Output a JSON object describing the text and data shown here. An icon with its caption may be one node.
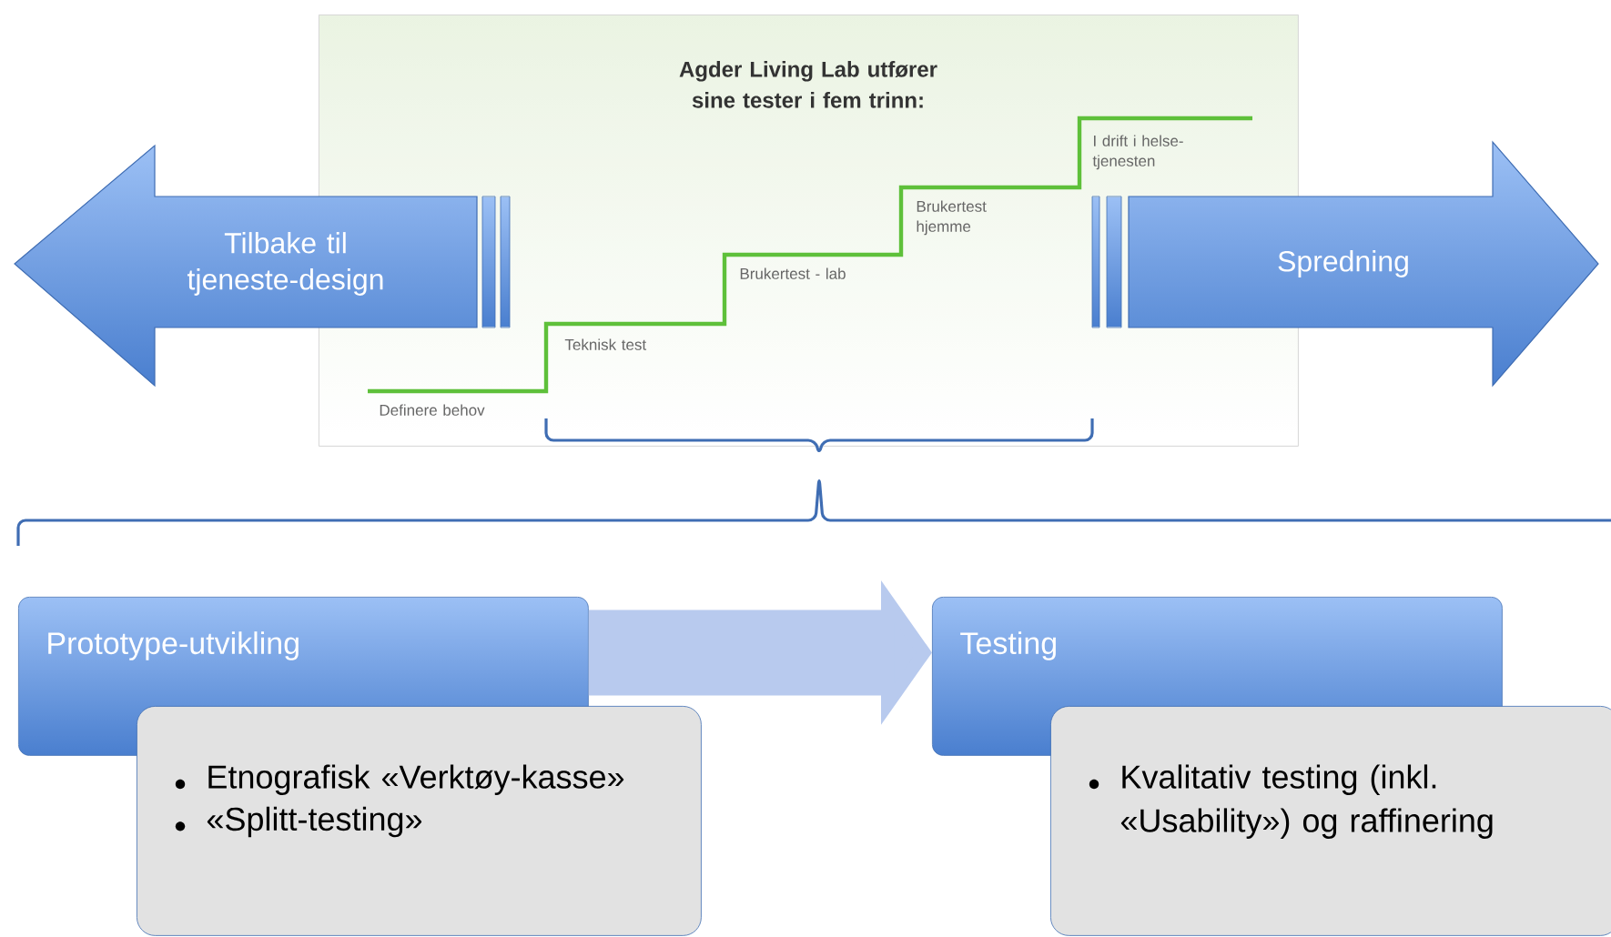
{
  "diagram": {
    "nodes": [
      {
        "text": [
          "Agder Living Lab utfører sine tester i fem trinn:"
        ]
      },
      {
        "text": [
          "Tilbake til tjeneste-design"
        ]
      },
      {
        "text": [
          "Spredning"
        ]
      },
      {
        "text": [
          "Prototype-utvikling"
        ]
      },
      {
        "text": [
          "Etnografisk «Verktøy-kasse»",
          "«Splitt-testing»"
        ]
      },
      {
        "text": [
          "Testing"
        ]
      },
      {
        "text": [
          "Kvalitativ testing (inkl. «Usability») og raffinering"
        ]
      }
    ],
    "edges": [
      {
        "from": 3,
        "to": 5,
        "arrow": "to"
      }
    ],
    "labels": [
      "I drift i helse-tjenesten",
      "Brukertest hjemme",
      "Brukertest - lab",
      "Teknisk test",
      "Definere behov"
    ]
  }
}
